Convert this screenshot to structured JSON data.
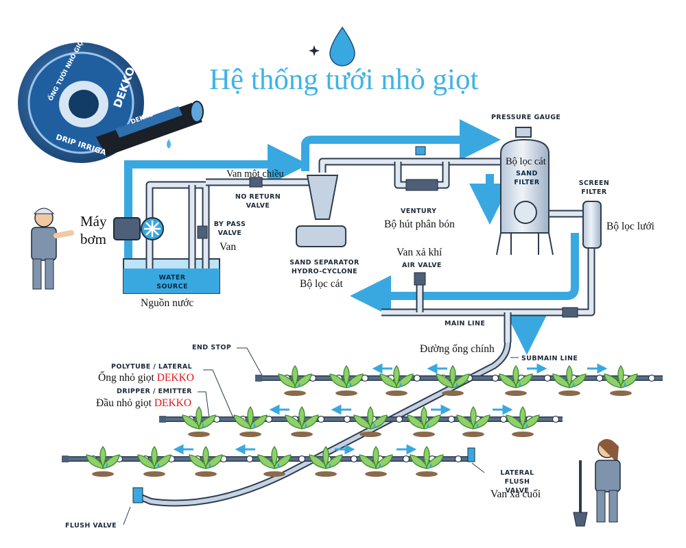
{
  "title": "Hệ thống tưới nhỏ giọt",
  "product": {
    "reel_text_1": "ỐNG TƯỚI NHỎ GIỌT",
    "reel_text_2": "DRIP IRRIGA",
    "brand": "DEKKO",
    "brand_small": "DEKKO"
  },
  "labels": {
    "pump": "Máy bơm",
    "water_source": "WATER SOURCE",
    "water_source_vn": "Nguồn nước",
    "bypass_valve": "BY PASS VALVE",
    "bypass_valve_vn": "Van",
    "no_return_valve": "NO RETURN VALVE",
    "no_return_valve_vn": "Van một chiều",
    "sand_separator": "SAND SEPARATOR HYDRO-CYCLONE",
    "sand_separator_vn": "Bộ lọc cát",
    "ventury": "VENTURY",
    "ventury_vn": "Bộ hút phân bón",
    "pressure_gauge": "PRESSURE GAUGE",
    "sand_filter": "SAND FILTER",
    "sand_filter_vn": "Bộ lọc cát",
    "screen_filter": "SCREEN FILTER",
    "screen_filter_vn": "Bộ lọc lưới",
    "air_valve": "AIR VALVE",
    "air_valve_vn": "Van xả khí",
    "main_line": "MAIN LINE",
    "main_line_vn": "Đường ống chính",
    "submain_line": "SUBMAIN LINE",
    "end_stop": "END STOP",
    "polytube": "POLYTUBE / LATERAL",
    "polytube_vn_prefix": "Ống nhỏ giọt",
    "dripper": "DRIPPER / EMITTER",
    "dripper_vn_prefix": "Đầu nhỏ giọt",
    "brand_red": "DEKKO",
    "lateral_flush_valve": "LATERAL FLUSH VALVE",
    "lateral_flush_valve_vn": "Van xả cuối",
    "flush_valve": "FLUSH VALVE"
  },
  "colors": {
    "title": "#3fb3e6",
    "water_arrow": "#3aa8e0",
    "pipe_fill": "#dfe7f0",
    "pipe_stroke": "#2b3a4e",
    "lateral": "#5a6d88",
    "plant_leaf": "#8fd06a",
    "plant_dark": "#3f8a2f",
    "brand_red": "#e0151b",
    "reel_blue": "#2a6fb0"
  },
  "icons": [
    "water-drop-icon",
    "sparkle-icon",
    "pump-icon",
    "fan-icon",
    "worker-icon",
    "farmer-icon",
    "shovel-icon",
    "plant-icon",
    "dripper-icon",
    "valve-icon"
  ]
}
